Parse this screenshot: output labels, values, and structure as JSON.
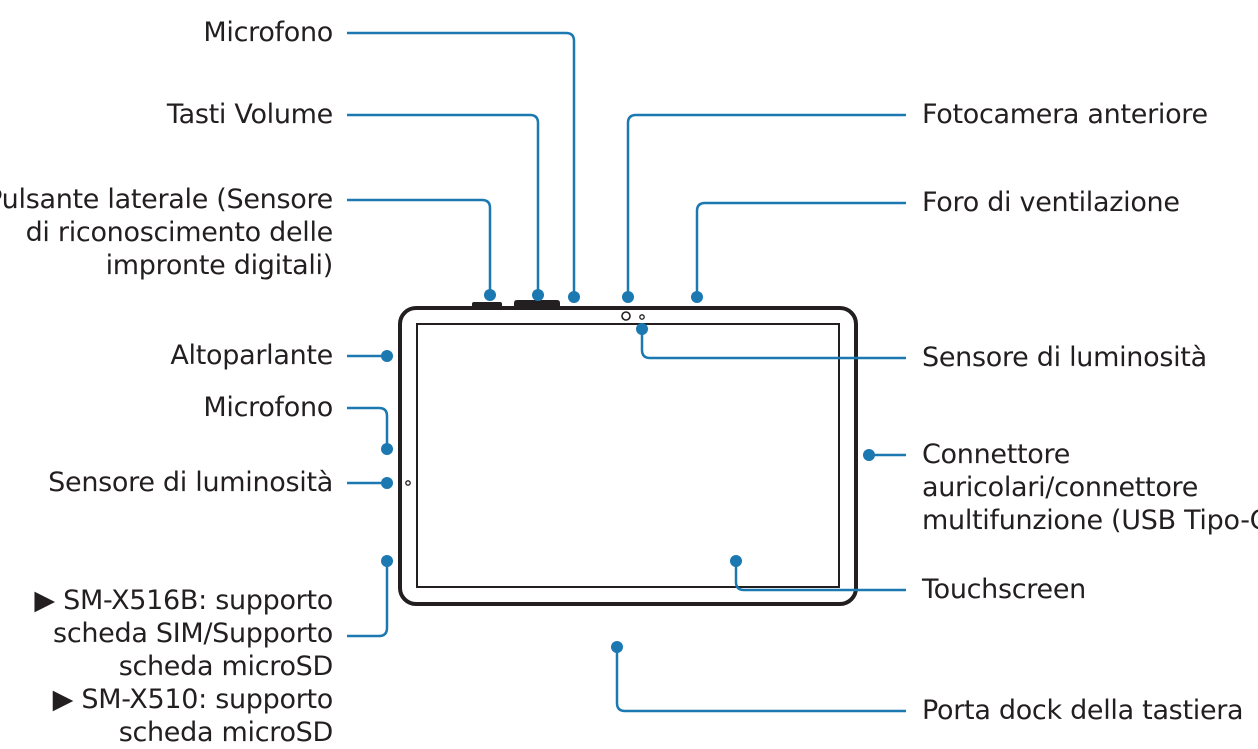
{
  "colors": {
    "leader": "#1b78b0",
    "device": "#231f20",
    "background": "#ffffff"
  },
  "labels": {
    "left": {
      "microphone_top": [
        "Microfono"
      ],
      "volume_keys": [
        "Tasti Volume"
      ],
      "side_button": [
        "Pulsante laterale (Sensore",
        "di riconoscimento delle",
        "impronte digitali)"
      ],
      "speaker": [
        "Altoparlante"
      ],
      "microphone_side": [
        "Microfono"
      ],
      "light_sensor_side": [
        "Sensore di luminosità"
      ],
      "sim_tray": [
        "▶ SM-X516B: supporto",
        "scheda SIM/Supporto",
        "scheda microSD",
        "▶ SM-X510: supporto",
        "scheda microSD"
      ]
    },
    "right": {
      "front_camera": [
        "Fotocamera anteriore"
      ],
      "vent_hole": [
        "Foro di ventilazione"
      ],
      "light_sensor_top": [
        "Sensore di luminosità"
      ],
      "connector": [
        "Connettore",
        "auricolari/connettore",
        "multifunzione (USB Tipo-C)"
      ],
      "touchscreen": [
        "Touchscreen"
      ],
      "keyboard_dock": [
        "Porta dock della tastiera"
      ]
    }
  }
}
